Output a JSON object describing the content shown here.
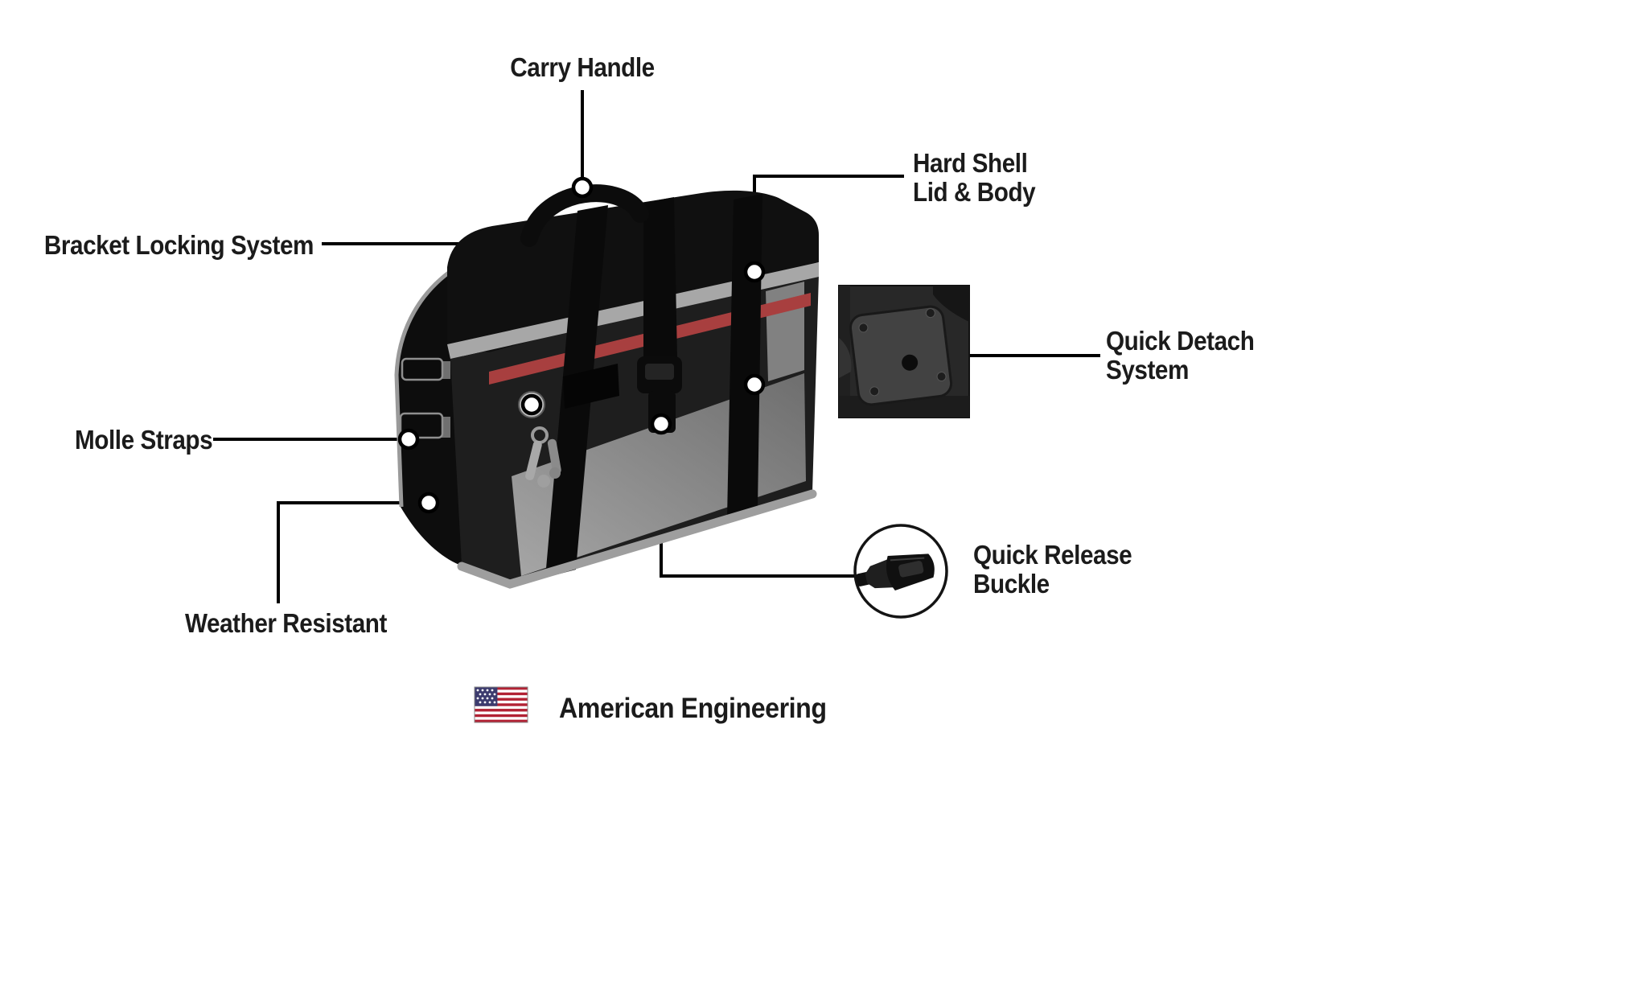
{
  "callouts": {
    "carry_handle": {
      "label": "Carry Handle"
    },
    "hard_shell": {
      "line1": "Hard Shell",
      "line2": "Lid & Body"
    },
    "bracket_locking": {
      "label": "Bracket Locking System"
    },
    "quick_detach": {
      "line1": "Quick Detach",
      "line2": "System"
    },
    "molle_straps": {
      "label": "Molle Straps"
    },
    "weather_resistant": {
      "label": "Weather Resistant"
    },
    "quick_release": {
      "line1": "Quick Release",
      "line2": "Buckle"
    }
  },
  "footer": {
    "label": "American Engineering"
  },
  "icons": {
    "flag": "us-flag-icon",
    "buckle_inset": "quick-release-buckle-icon",
    "detach_inset": "quick-detach-plate-icon",
    "lock": "lock-and-keys-icon"
  },
  "colors": {
    "text": "#1b1b1b",
    "callout_line": "#000000",
    "bag_black": "#141414",
    "trim_gray": "#a7a7a7",
    "window_gray": "#929292",
    "accent_red": "#a83f3f",
    "flag_red": "#b22234",
    "flag_blue": "#3c3b6e"
  }
}
